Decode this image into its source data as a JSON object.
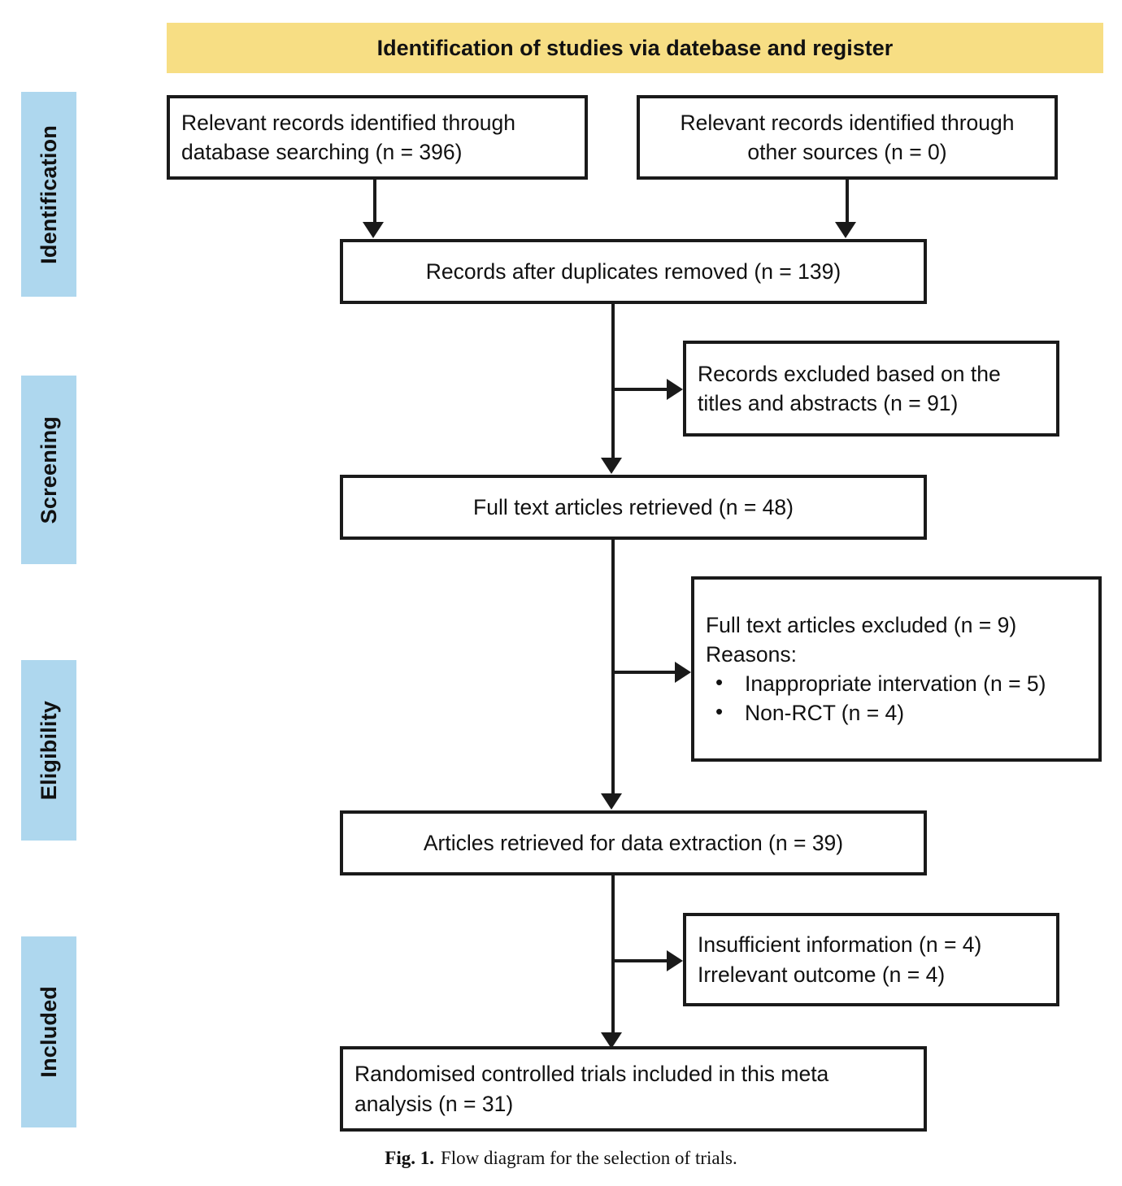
{
  "header": {
    "title": "Identification of studies via datebase and register",
    "band_color": "#F7DE84"
  },
  "stages": {
    "band_color": "#AED7EE",
    "items": [
      {
        "label": "Identification"
      },
      {
        "label": "Screening"
      },
      {
        "label": "Eligibility"
      },
      {
        "label": "Included"
      }
    ]
  },
  "boxes": {
    "db_search": {
      "line1": "Relevant records identified through",
      "line2": "database searching (n = 396)"
    },
    "other_sources": {
      "line1": "Relevant records identified through",
      "line2": "other sources (n = 0)"
    },
    "duplicates_removed": {
      "line1": "Records after duplicates removed (n = 139)"
    },
    "records_excluded": {
      "line1": "Records excluded based on the",
      "line2": "titles and abstracts (n = 91)"
    },
    "fulltext_retrieved": {
      "line1": "Full text articles retrieved (n = 48)"
    },
    "fulltext_excluded": {
      "line1": "Full text articles excluded (n = 9)",
      "line2": "Reasons:",
      "reasons": [
        "Inappropriate intervation (n = 5)",
        "Non-RCT (n = 4)"
      ]
    },
    "data_extraction": {
      "line1": "Articles retrieved for data extraction (n = 39)"
    },
    "post_extraction_excluded": {
      "line1": "Insufficient information (n = 4)",
      "line2": "Irrelevant outcome (n = 4)"
    },
    "included_trials": {
      "line1": "Randomised controlled trials included in this meta",
      "line2": "analysis (n = 31)"
    }
  },
  "caption": {
    "label": "Fig. 1.",
    "text": "Flow diagram for the selection of trials."
  }
}
